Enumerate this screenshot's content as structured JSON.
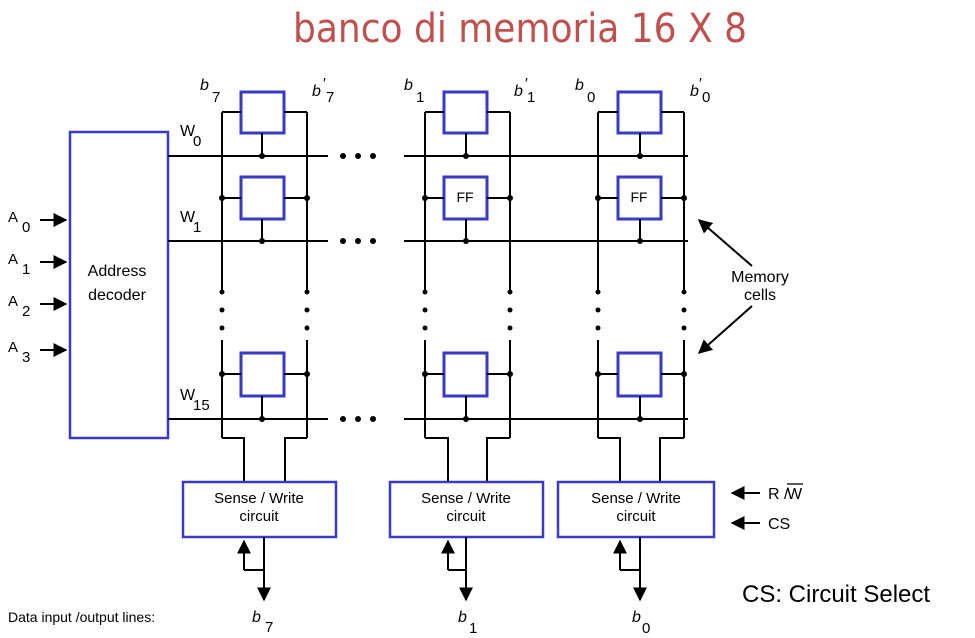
{
  "title": "banco di memoria 16 X 8",
  "address_inputs": [
    {
      "letter": "A",
      "sub": "0"
    },
    {
      "letter": "A",
      "sub": "1"
    },
    {
      "letter": "A",
      "sub": "2"
    },
    {
      "letter": "A",
      "sub": "3"
    }
  ],
  "decoder": {
    "line1": "Address",
    "line2": "decoder"
  },
  "word_lines": [
    {
      "letter": "W",
      "sub": "0"
    },
    {
      "letter": "W",
      "sub": "1"
    },
    {
      "letter": "W",
      "sub": "15"
    }
  ],
  "bit_lines": [
    {
      "b": "b",
      "b_sub": "7",
      "bp": "b",
      "bp_prime": "′",
      "bp_sub": "7"
    },
    {
      "b": "b",
      "b_sub": "1",
      "bp": "b",
      "bp_prime": "′",
      "bp_sub": "1"
    },
    {
      "b": "b",
      "b_sub": "0",
      "bp": "b",
      "bp_prime": "′",
      "bp_sub": "0"
    }
  ],
  "ff_label": "FF",
  "memory_cells_label": {
    "line1": "Memory",
    "line2": "cells"
  },
  "sense_write": {
    "line1": "Sense / Write",
    "line2": "circuit"
  },
  "control": {
    "rw_prefix": "R /",
    "rw_bar": "W",
    "cs": "CS"
  },
  "data_lines_label": "Data input /output lines:",
  "data_outputs": [
    {
      "b": "b",
      "sub": "7"
    },
    {
      "b": "b",
      "sub": "1"
    },
    {
      "b": "b",
      "sub": "0"
    }
  ],
  "cs_legend": "CS: Circuit Select",
  "colors": {
    "title": "#c0504d",
    "boxes": "#3a3ac8",
    "lines": "#000000"
  }
}
